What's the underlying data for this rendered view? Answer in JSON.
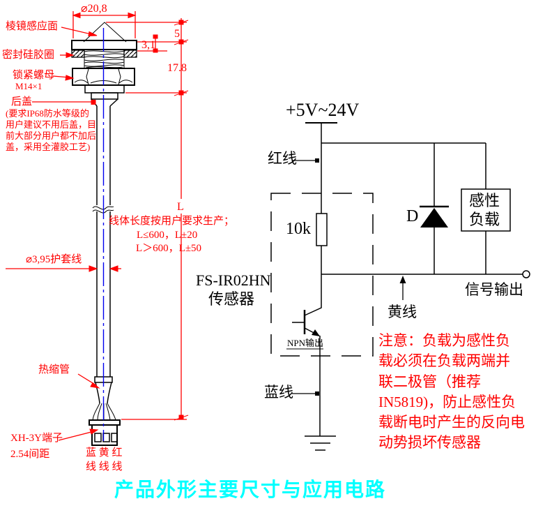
{
  "title": "产品外形主要尺寸与应用电路",
  "colors": {
    "annotation_red": "#ff0000",
    "line_black": "#000000",
    "centerline_blue": "#0000ff",
    "title_cyan": "#00ffff",
    "background": "#ffffff"
  },
  "mechanical": {
    "dim_diameter_top": "⌀20,8",
    "label_prism_face": "棱镜感应面",
    "dim_cone_height": "5",
    "dim_flange_thickness": "3,1",
    "dim_head_height": "17.8",
    "label_seal_ring": "密封硅胶圈",
    "label_lock_nut": "锁紧螺母",
    "label_lock_nut_spec": "M14×1",
    "label_back_cover": "后盖",
    "back_cover_note": [
      "(要求IP68防水等级的",
      "用户建议不用后盖，目",
      "前大部分用户都不加后",
      "盖，采用全灌胶工艺)"
    ],
    "dim_cable_length": "L",
    "cable_length_note": [
      "线体长度按用户要求生产；",
      "L≤600，L±20",
      "L＞600，L±50"
    ],
    "label_cable": "⌀3,95护套线",
    "label_heat_shrink": "热缩管",
    "label_connector": "XH-3Y端子",
    "label_connector_pitch": "2.54间距",
    "label_wire_colors_line1": "蓝 黄 红",
    "label_wire_colors_line2": "线 线 线"
  },
  "circuit": {
    "power_supply": "+5V~24V",
    "red_wire": "红线",
    "resistor_value": "10k",
    "sensor_model": "FS-IR02HN",
    "sensor_name": "传感器",
    "npn_output": "NPN输出",
    "diode_label": "D",
    "inductive_load_line1": "感性",
    "inductive_load_line2": "负载",
    "signal_output": "信号输出",
    "yellow_wire": "黄线",
    "blue_wire": "蓝线",
    "warning_note": [
      "注意：负载为感性负",
      "载必须在负载两端并",
      "联二极管（推荐",
      "IN5819)，防止感性负",
      "载断电时产生的反向电",
      "动势损坏传感器"
    ]
  }
}
